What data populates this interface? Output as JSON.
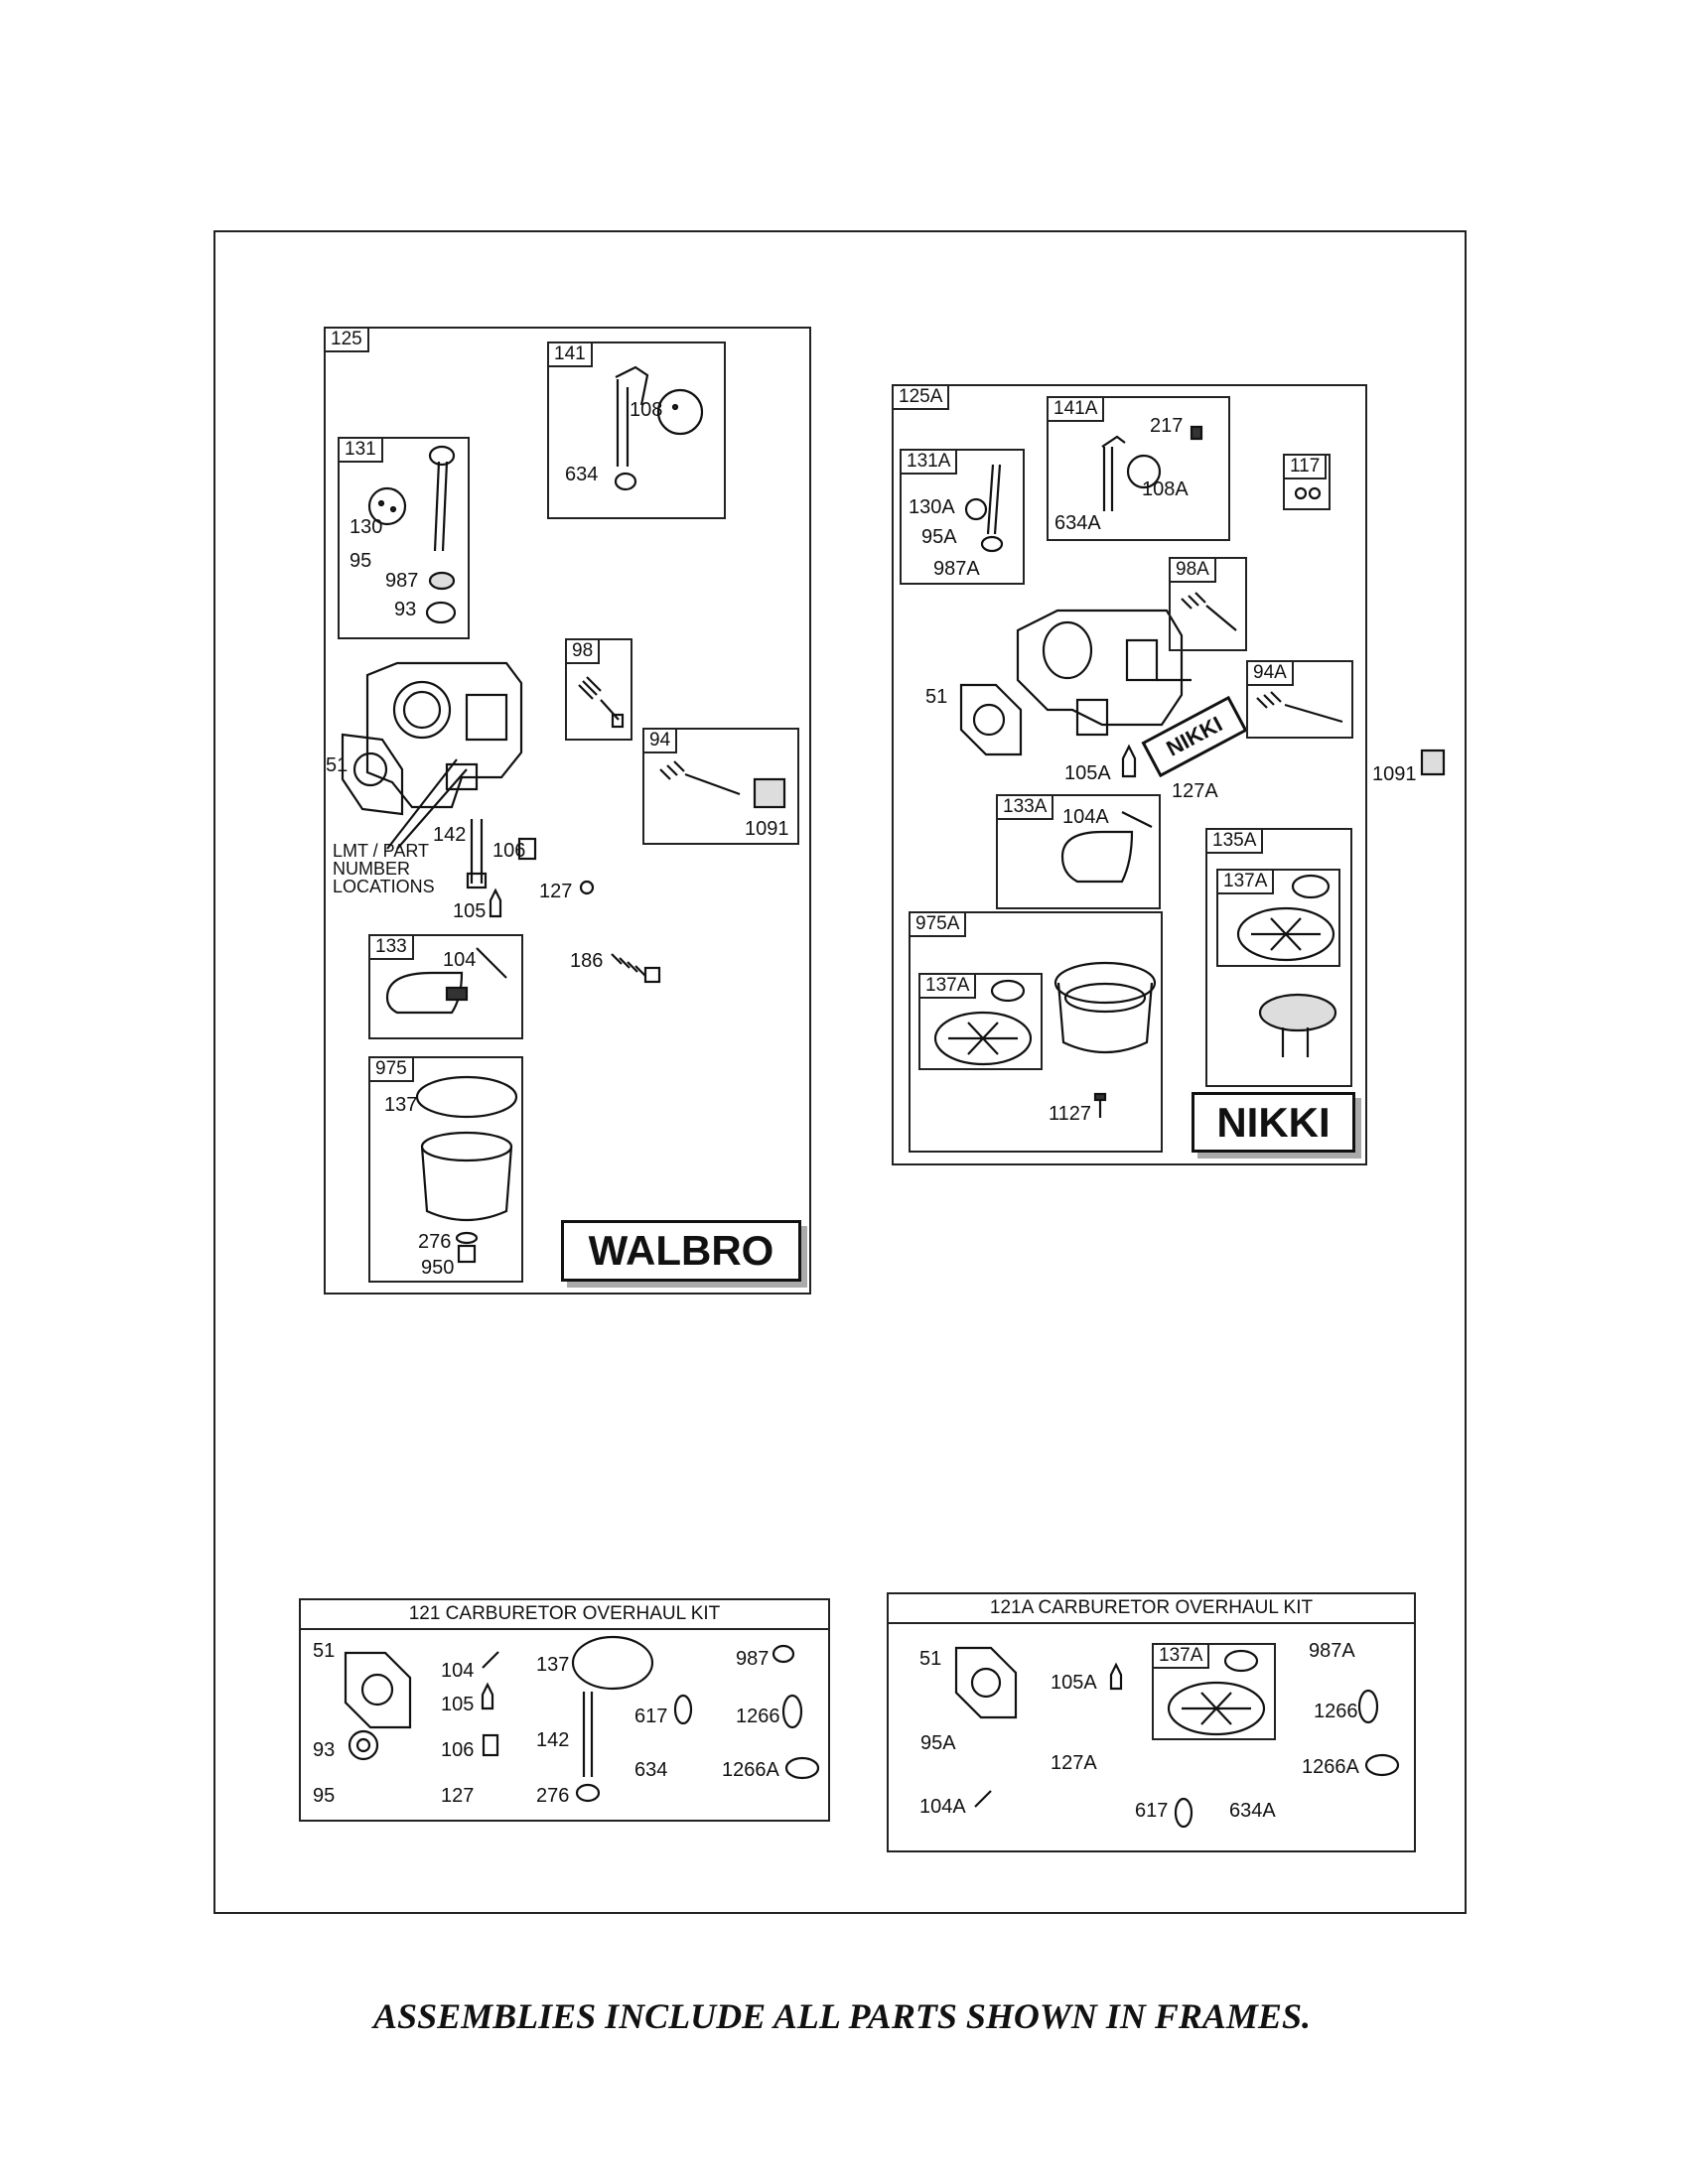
{
  "walbro": {
    "frame_label": "125",
    "brand": "WALBRO",
    "location_note": [
      "LMT / PART",
      "NUMBER",
      "LOCATIONS"
    ],
    "subframes": {
      "f131": {
        "label": "131",
        "parts": [
          "130",
          "95",
          "987",
          "93"
        ]
      },
      "f141": {
        "label": "141",
        "parts": [
          "108",
          "634"
        ]
      },
      "f98": {
        "label": "98"
      },
      "f94": {
        "label": "94",
        "parts": [
          "1091"
        ]
      },
      "f133": {
        "label": "133",
        "parts": [
          "104"
        ]
      },
      "f975": {
        "label": "975",
        "parts": [
          "137",
          "276",
          "950"
        ]
      }
    },
    "loose_parts": [
      "51",
      "142",
      "106",
      "127",
      "105",
      "186"
    ]
  },
  "nikki": {
    "frame_label": "125A",
    "brand": "NIKKI",
    "body_stamp": "NIKKI",
    "subframes": {
      "f131a": {
        "label": "131A",
        "parts": [
          "130A",
          "95A",
          "987A"
        ]
      },
      "f141a": {
        "label": "141A",
        "parts": [
          "217",
          "108A",
          "634A"
        ]
      },
      "f117": {
        "label": "117"
      },
      "f98a": {
        "label": "98A"
      },
      "f94a": {
        "label": "94A"
      },
      "f133a": {
        "label": "133A",
        "parts": [
          "104A"
        ]
      },
      "f135a": {
        "label": "135A",
        "inner_label": "137A"
      },
      "f975a": {
        "label": "975A",
        "inner_label": "137A",
        "parts": [
          "1127"
        ]
      }
    },
    "loose_parts": [
      "51",
      "105A",
      "127A"
    ],
    "outside_part": "1091"
  },
  "kit121": {
    "title": "121  CARBURETOR OVERHAUL KIT",
    "parts": [
      "51",
      "104",
      "137",
      "987",
      "105",
      "617",
      "1266",
      "93",
      "106",
      "142",
      "634",
      "1266A",
      "95",
      "127",
      "276"
    ]
  },
  "kit121a": {
    "title": "121A CARBURETOR OVERHAUL KIT",
    "inner_label": "137A",
    "parts": [
      "51",
      "105A",
      "987A",
      "1266",
      "95A",
      "127A",
      "1266A",
      "104A",
      "617",
      "634A"
    ]
  },
  "footer": "ASSEMBLIES INCLUDE ALL PARTS SHOWN IN FRAMES."
}
